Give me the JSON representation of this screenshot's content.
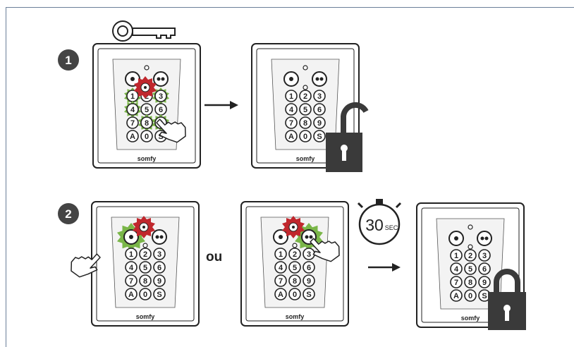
{
  "steps": [
    {
      "number": "1"
    },
    {
      "number": "2"
    }
  ],
  "keypad": {
    "keys": [
      "1",
      "2",
      "3",
      "4",
      "5",
      "6",
      "7",
      "8",
      "9",
      "A",
      "0",
      "S"
    ],
    "brand": "somfy"
  },
  "connector": {
    "or_label": "ou"
  },
  "timer": {
    "value": "30",
    "unit": "SEC"
  },
  "colors": {
    "frame": "#6b7f99",
    "highlight_green": "#7ab648",
    "highlight_red": "#c0272d",
    "lock": "#3a3a3a"
  },
  "icons": [
    "key-icon",
    "arrow-right-icon",
    "open-padlock-icon",
    "closed-padlock-icon",
    "hand-pointer-icon",
    "stopwatch-icon"
  ]
}
